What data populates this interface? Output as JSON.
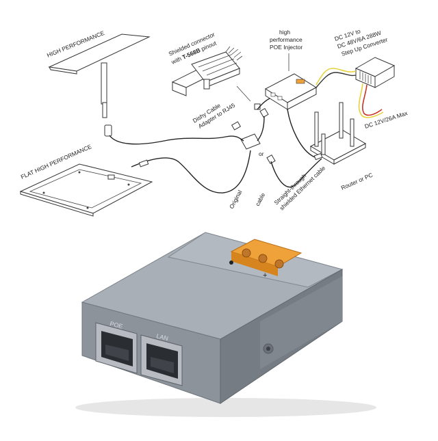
{
  "diagram": {
    "labels": {
      "high_performance": "HIGH PERFORMANCE",
      "flat_high_performance": "FLAT HIGH PERFORMANCE",
      "shielded_connector_1": "Shielded connector",
      "shielded_connector_2_prefix": "with ",
      "shielded_connector_2_bold": "T-568B",
      "shielded_connector_2_suffix": " pinout",
      "poe_1": "high",
      "poe_2": "performance",
      "poe_3": "POE Injector",
      "dc_converter_1": "DC 12V to",
      "dc_converter_2": "DC 48V/6A 288W",
      "dc_converter_3": "Step Up Converter",
      "dc_max": "DC 12V/26A Max",
      "dishy_1": "Dishy Cable",
      "dishy_2": "Adapter to RJ45",
      "or_label": "or",
      "original": "Original",
      "cable": "cable",
      "straight_1": "Straight-through",
      "straight_2": "shielded Ethernet cable",
      "router": "Router or PC"
    }
  },
  "device": {
    "port_poe": "POE",
    "port_lan": "LAN",
    "plus": "+",
    "colors": {
      "body": "#8d939b",
      "body_dark": "#6f757d",
      "terminal": "#f0a23a"
    }
  }
}
